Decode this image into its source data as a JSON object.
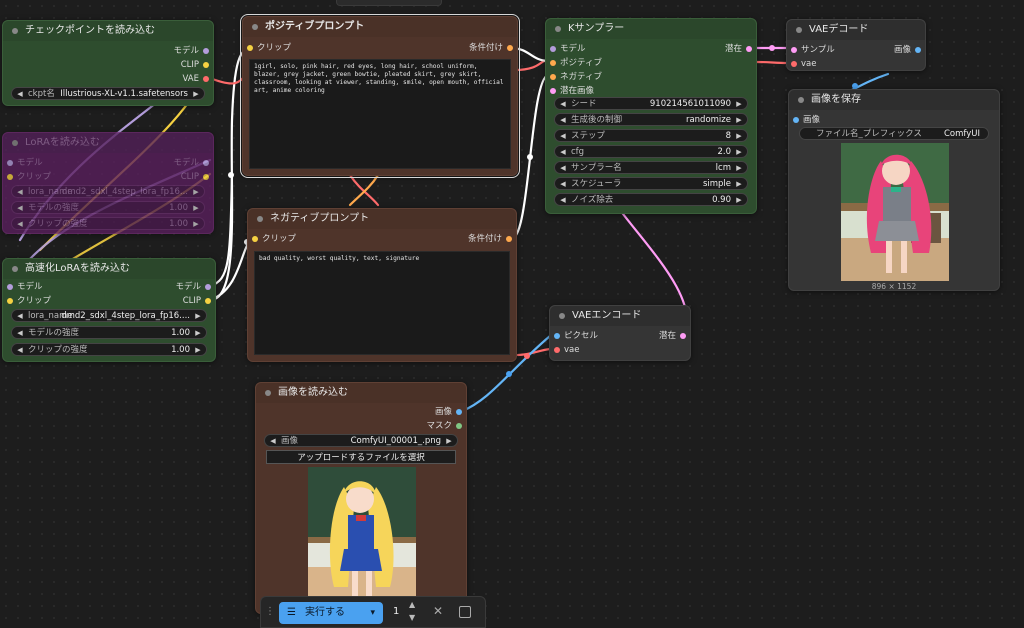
{
  "colors": {
    "model": "#b39ddb",
    "clip": "#f5d142",
    "vae": "#ff6b6b",
    "conditioning": "#ffa94d",
    "latent": "#ff9cf5",
    "image": "#64b5f6",
    "mask": "#81c784",
    "accent": "#4aa1f0"
  },
  "checkpoint": {
    "title": "チェックポイントを読み込む",
    "outputs": [
      "モデル",
      "CLIP",
      "VAE"
    ],
    "widget_label": "ckpt名",
    "widget_value": "Illustrious-XL-v1.1.safetensors"
  },
  "lora_bypassed": {
    "title": "LoRAを読み込む",
    "inputs": [
      "モデル",
      "クリップ"
    ],
    "outputs": [
      "モデル",
      "CLIP"
    ],
    "widgets": [
      {
        "label": "lora_name",
        "value": "dmd2_sdxl_4step_lora_fp16..."
      },
      {
        "label": "モデルの強度",
        "value": "1.00"
      },
      {
        "label": "クリップの強度",
        "value": "1.00"
      }
    ]
  },
  "lora_fast": {
    "title": "高速化LoRAを読み込む",
    "inputs": [
      "モデル",
      "クリップ"
    ],
    "outputs": [
      "モデル",
      "CLIP"
    ],
    "widgets": [
      {
        "label": "lora_name",
        "value": "dmd2_sdxl_4step_lora_fp16...."
      },
      {
        "label": "モデルの強度",
        "value": "1.00"
      },
      {
        "label": "クリップの強度",
        "value": "1.00"
      }
    ]
  },
  "positive": {
    "title": "ポジティブプロンプト",
    "input": "クリップ",
    "output": "条件付け",
    "text": "1girl, solo, pink hair, red eyes, long hair, school uniform, blazer, grey jacket, green bowtie, pleated skirt, grey skirt, classroom, looking at viewer, standing, smile, open mouth, official art, anime coloring"
  },
  "negative": {
    "title": "ネガティブプロンプト",
    "input": "クリップ",
    "output": "条件付け",
    "text": "bad quality, worst quality, text, signature"
  },
  "ksampler": {
    "title": "Kサンプラー",
    "inputs": [
      "モデル",
      "ポジティブ",
      "ネガティブ",
      "潜在画像"
    ],
    "output": "潜在",
    "widgets": [
      {
        "label": "シード",
        "value": "910214561011090"
      },
      {
        "label": "生成後の制御",
        "value": "randomize"
      },
      {
        "label": "ステップ",
        "value": "8"
      },
      {
        "label": "cfg",
        "value": "2.0"
      },
      {
        "label": "サンプラー名",
        "value": "lcm"
      },
      {
        "label": "スケジューラ",
        "value": "simple"
      },
      {
        "label": "ノイズ除去",
        "value": "0.90"
      }
    ]
  },
  "vae_decode": {
    "title": "VAEデコード",
    "inputs": [
      "サンプル",
      "vae"
    ],
    "output": "画像"
  },
  "save_image": {
    "title": "画像を保存",
    "input": "画像",
    "widget_label": "ファイル名_プレフィックス",
    "widget_value": "ComfyUI",
    "image_size": "896 × 1152"
  },
  "vae_encode": {
    "title": "VAEエンコード",
    "inputs": [
      "ピクセル",
      "vae"
    ],
    "output": "潜在"
  },
  "load_image": {
    "title": "画像を読み込む",
    "outputs": [
      "画像",
      "マスク"
    ],
    "widget_label": "画像",
    "widget_value": "ComfyUI_00001_.png",
    "upload_label": "アップロードするファイルを選択"
  },
  "toolbar": {
    "run_label": "実行する",
    "count": "1"
  }
}
